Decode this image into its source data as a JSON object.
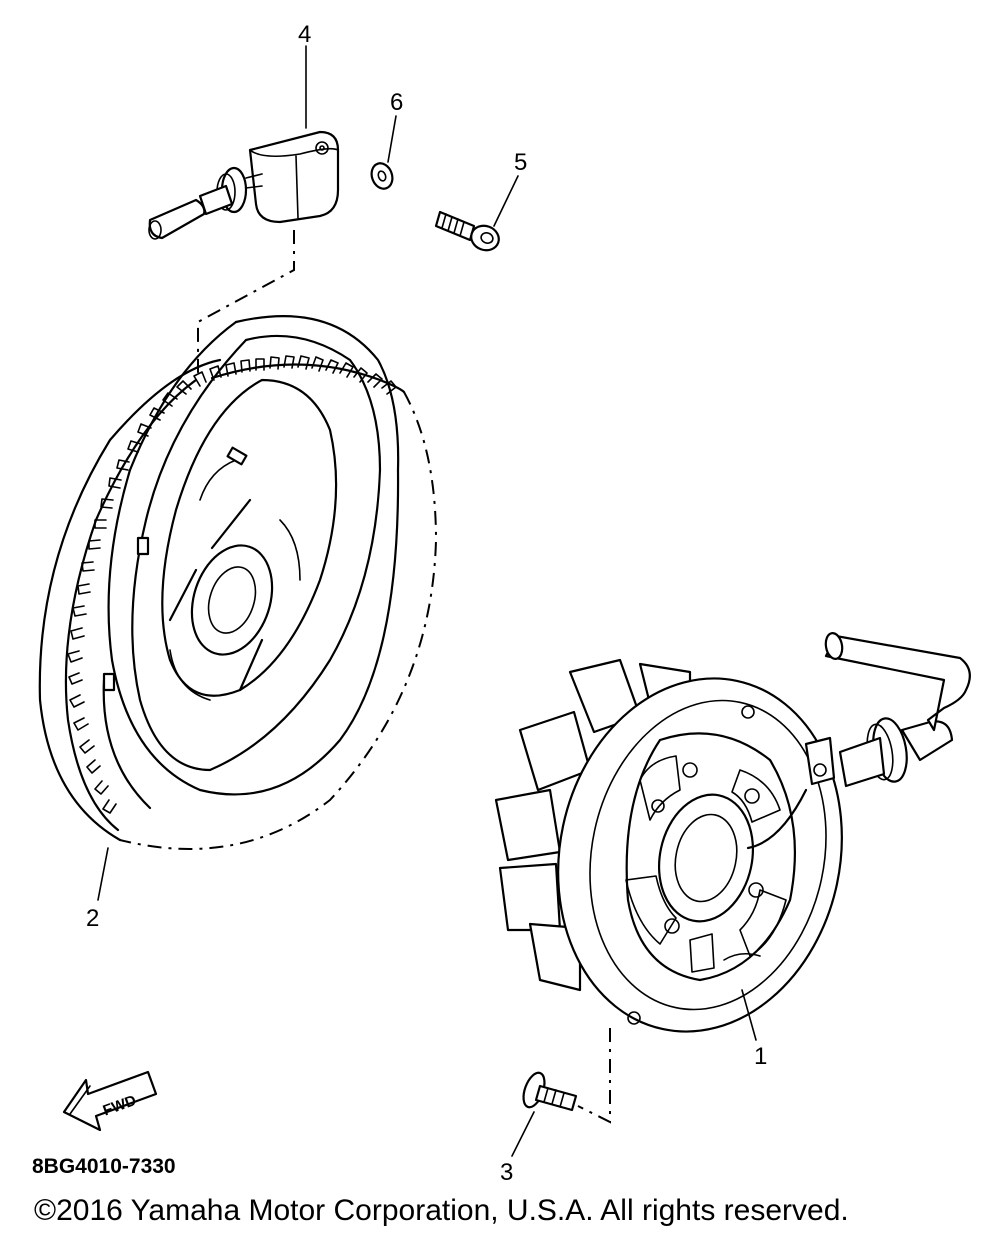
{
  "callouts": {
    "c1": "1",
    "c2": "2",
    "c3": "3",
    "c4": "4",
    "c5": "5",
    "c6": "6"
  },
  "fwd_arrow": {
    "label": "FWD"
  },
  "diagram_code": "8BG4010-7330",
  "copyright": "©2016 Yamaha Motor Corporation, U.S.A. All rights reserved."
}
